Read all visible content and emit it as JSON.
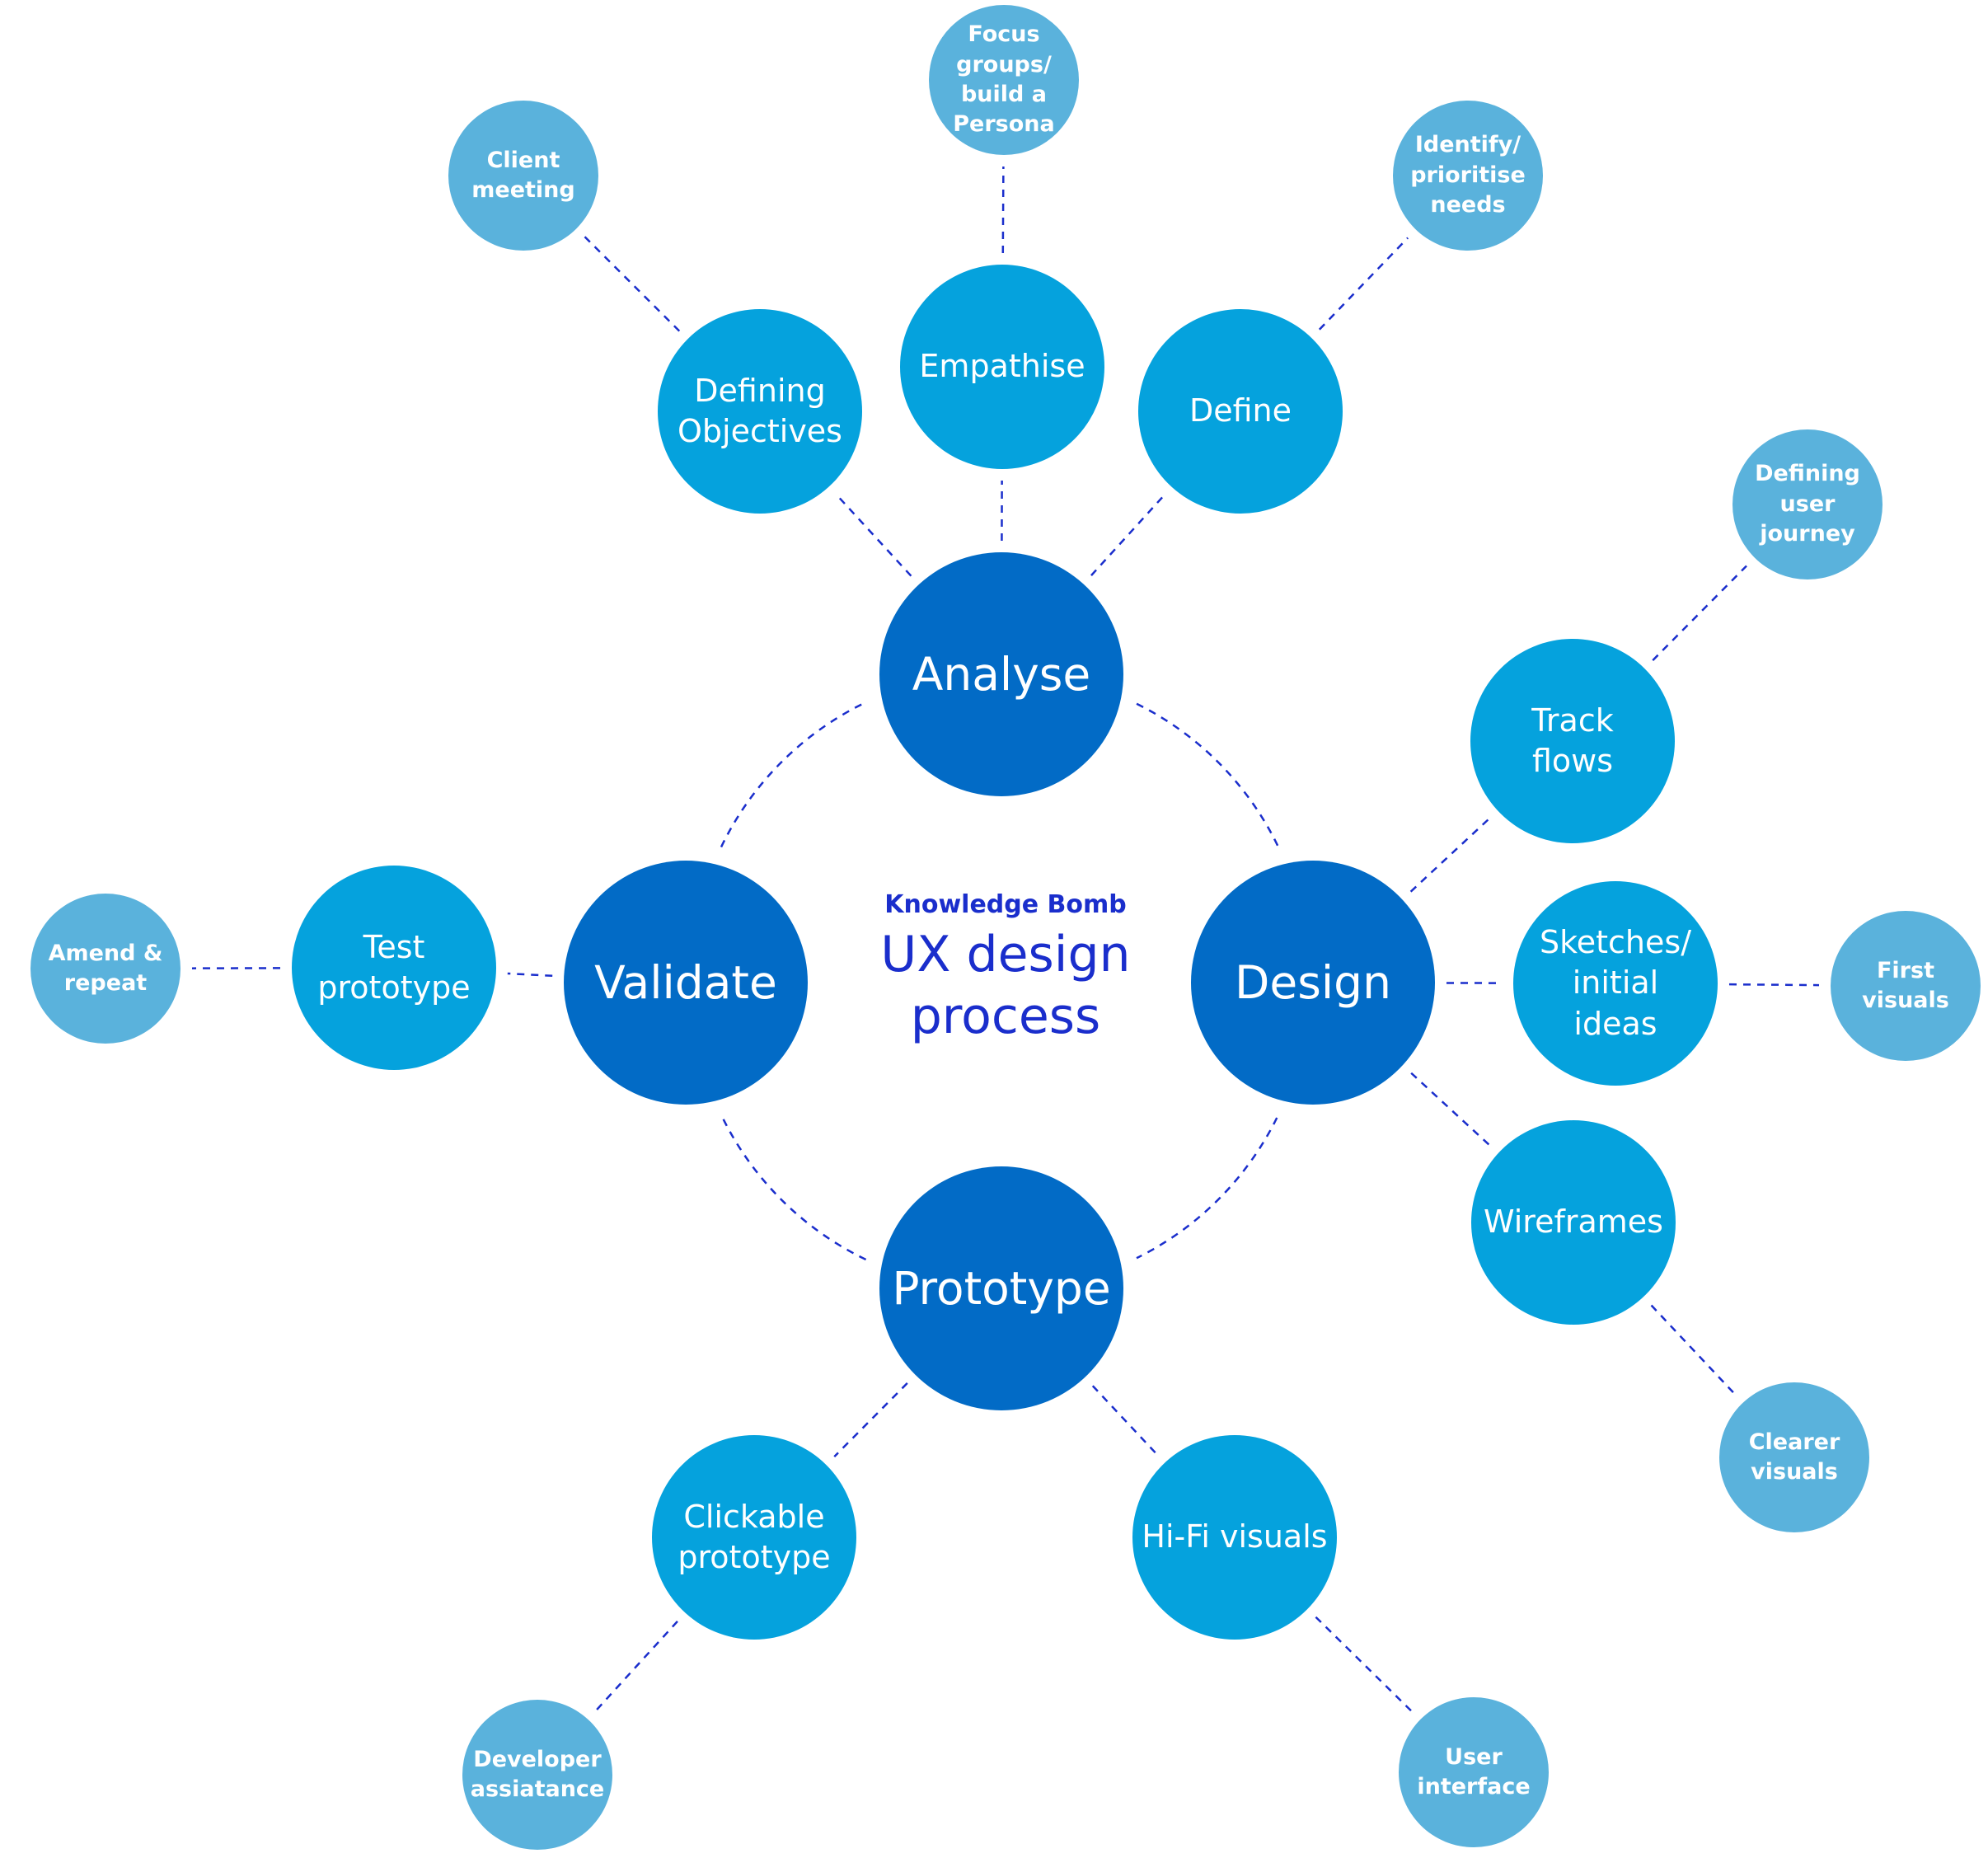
{
  "colors": {
    "core": "#026bc6",
    "stage": "#05a2dd",
    "leaf": "#5ab2dc",
    "connector": "#1a2ecc",
    "title": "#1a2ecc"
  },
  "center": {
    "kicker": "Knowledge Bomb",
    "title": "UX design\nprocess"
  },
  "core_steps": [
    {
      "id": "analyse",
      "label": "Analyse"
    },
    {
      "id": "design",
      "label": "Design"
    },
    {
      "id": "prototype",
      "label": "Prototype"
    },
    {
      "id": "validate",
      "label": "Validate"
    }
  ],
  "stages": [
    {
      "id": "defining-objectives",
      "label": "Defining\nObjectives",
      "parent": "analyse"
    },
    {
      "id": "empathise",
      "label": "Empathise",
      "parent": "analyse"
    },
    {
      "id": "define",
      "label": "Define",
      "parent": "analyse"
    },
    {
      "id": "track-flows",
      "label": "Track\nflows",
      "parent": "design"
    },
    {
      "id": "sketches",
      "label": "Sketches/\ninitial\nideas",
      "parent": "design"
    },
    {
      "id": "wireframes",
      "label": "Wireframes",
      "parent": "design"
    },
    {
      "id": "clickable-prototype",
      "label": "Clickable\nprototype",
      "parent": "prototype"
    },
    {
      "id": "hifi-visuals",
      "label": "Hi-Fi visuals",
      "parent": "prototype"
    },
    {
      "id": "test-prototype",
      "label": "Test\nprototype",
      "parent": "validate"
    }
  ],
  "leaves": [
    {
      "id": "client-meeting",
      "label": "Client\nmeeting",
      "parent": "defining-objectives"
    },
    {
      "id": "focus-groups",
      "label": "Focus\ngroups/\nbuild a\nPersona",
      "parent": "empathise"
    },
    {
      "id": "identify-needs",
      "label": "Identify/\nprioritise\nneeds",
      "parent": "define"
    },
    {
      "id": "user-journey",
      "label": "Defining\nuser\njourney",
      "parent": "track-flows"
    },
    {
      "id": "first-visuals",
      "label": "First\nvisuals",
      "parent": "sketches"
    },
    {
      "id": "clearer-visuals",
      "label": "Clearer\nvisuals",
      "parent": "wireframes"
    },
    {
      "id": "developer-assistance",
      "label": "Developer\nassiatance",
      "parent": "clickable-prototype"
    },
    {
      "id": "user-interface",
      "label": "User\ninterface",
      "parent": "hifi-visuals"
    },
    {
      "id": "amend-repeat",
      "label": "Amend &\nrepeat",
      "parent": "test-prototype"
    }
  ],
  "cycle": [
    "analyse",
    "design",
    "prototype",
    "validate"
  ]
}
